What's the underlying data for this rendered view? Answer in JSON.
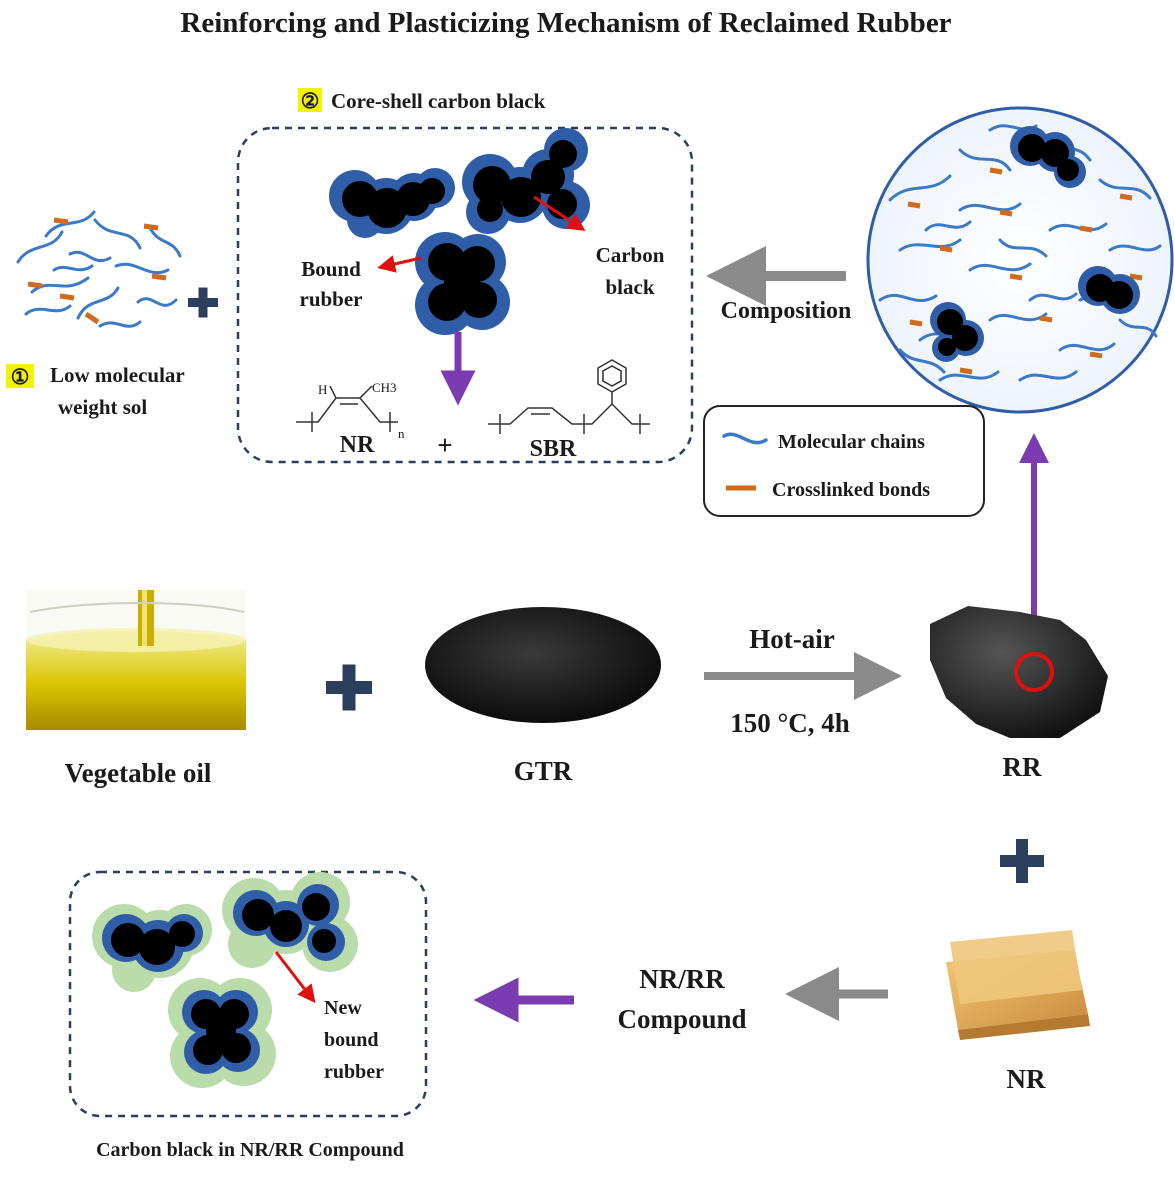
{
  "title": "Reinforcing and Plasticizing Mechanism of Reclaimed Rubber",
  "core_shell": {
    "badge": "②",
    "label": "Core-shell carbon black",
    "bound_rubber_1": "Bound",
    "bound_rubber_2": "rubber",
    "carbon_black_1": "Carbon",
    "carbon_black_2": "black",
    "nr": "NR",
    "plus": "+",
    "sbr": "SBR",
    "chem_h": "H",
    "chem_ch3": "CH3",
    "chem_n": "n"
  },
  "sol": {
    "badge": "①",
    "label_1": "Low molecular",
    "label_2": "weight sol"
  },
  "composition_label": "Composition",
  "legend": {
    "molecular_chains": "Molecular chains",
    "crosslinked_bonds": "Crosslinked bonds"
  },
  "process": {
    "vegetable_oil": "Vegetable oil",
    "gtr": "GTR",
    "condition_top": "Hot-air",
    "condition_bottom": "150 °C, 4h",
    "rr": "RR",
    "nr": "NR"
  },
  "compound": {
    "label_1": "NR/RR",
    "label_2": "Compound",
    "new_bound_1": "New",
    "new_bound_2": "bound",
    "new_bound_3": "rubber",
    "caption": "Carbon black in NR/RR Compound"
  },
  "colors": {
    "chain": "#3a7ac9",
    "crosslink": "#d26a1c",
    "shell": "#2f5da8",
    "green_shell": "#b9dcaa",
    "purple_arrow": "#7a3cb0",
    "gray_arrow": "#8a8a8a",
    "red_arrow": "#e01010",
    "plus": "#2c3e5e",
    "badge": "#f3f300",
    "dash": "#2c3e5e"
  }
}
